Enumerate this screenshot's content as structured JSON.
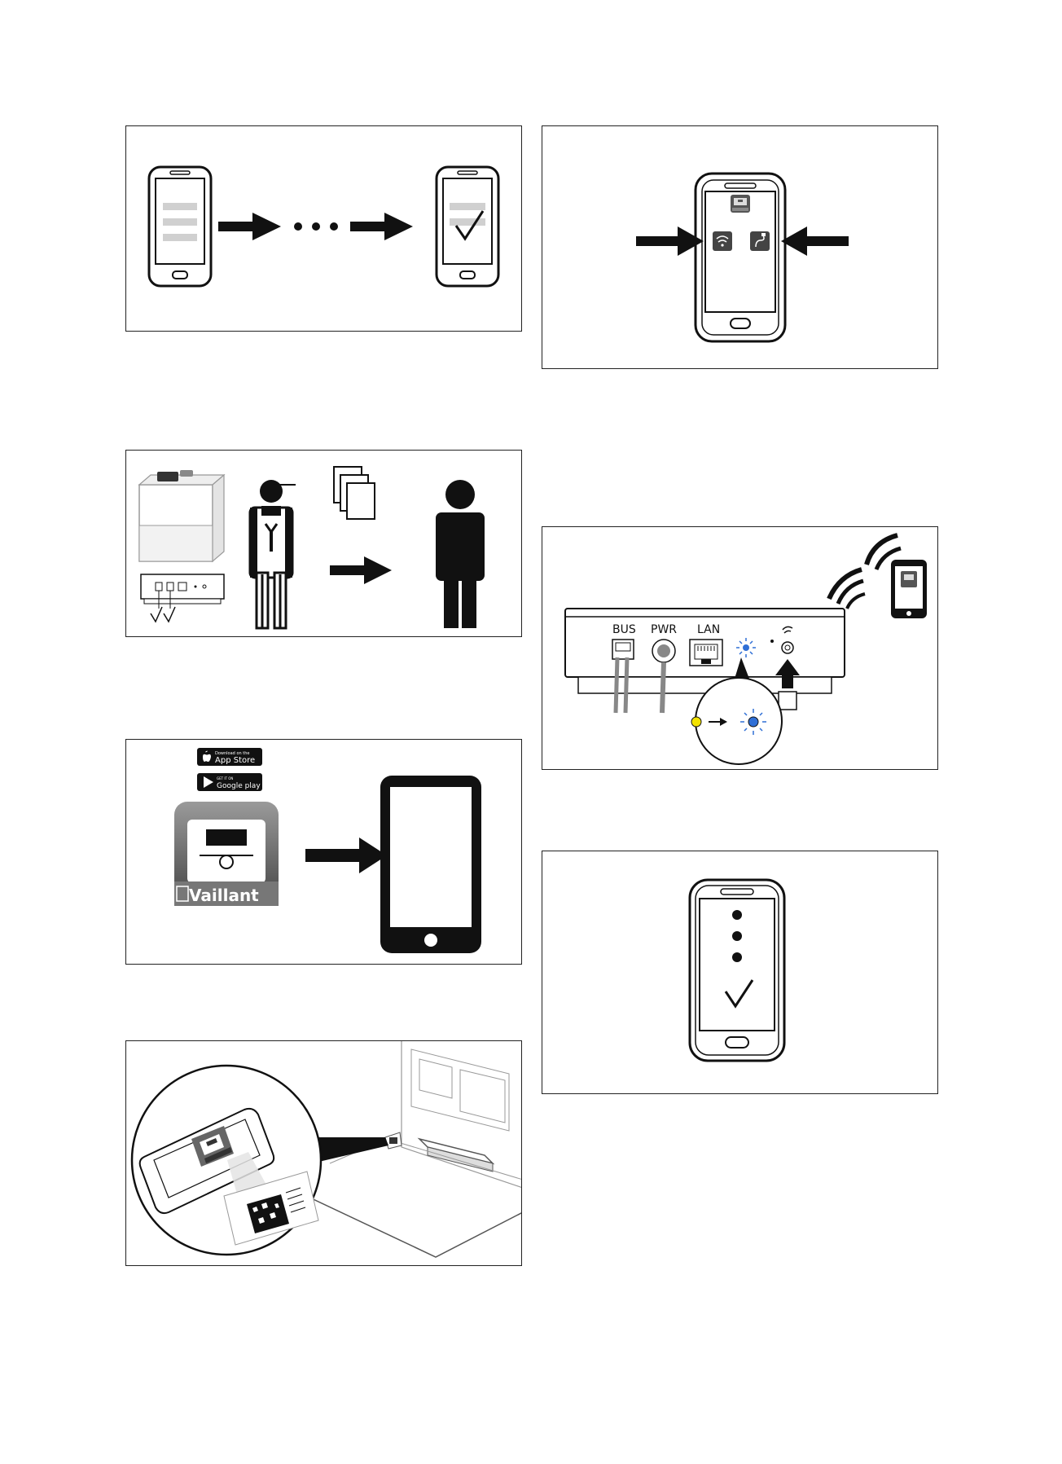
{
  "router_panel": {
    "bus_label": "BUS",
    "pwr_label": "PWR",
    "lan_label": "LAN"
  },
  "store_badges": {
    "apple_small": "Download on the",
    "apple_main": "App Store",
    "google_small": "GET IT ON",
    "google_main": "Google play"
  },
  "app_icon": {
    "brand": "Vaillant"
  },
  "colors": {
    "led_yellow": "#f2e200",
    "led_blue": "#2f6fd6",
    "ink": "#111111",
    "placeholder_gray": "#d0d0d0"
  }
}
